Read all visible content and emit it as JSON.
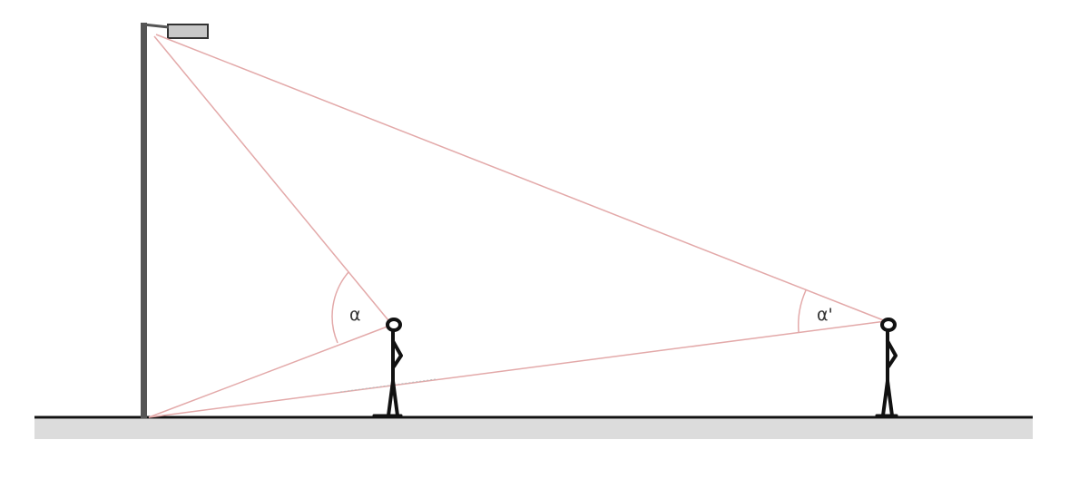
{
  "diagram": {
    "angle_labels": {
      "near": "α",
      "far": "α'"
    },
    "colors": {
      "ground_line": "#111111",
      "ground_band": "#dcdcdc",
      "pole": "#555555",
      "lamp_fill": "#c8c8c8",
      "lamp_stroke": "#333333",
      "sight_lines": "#e3a9a9",
      "figure": "#111111"
    },
    "elements": [
      "street-lamp",
      "pole",
      "near-person",
      "far-person",
      "ground"
    ]
  }
}
